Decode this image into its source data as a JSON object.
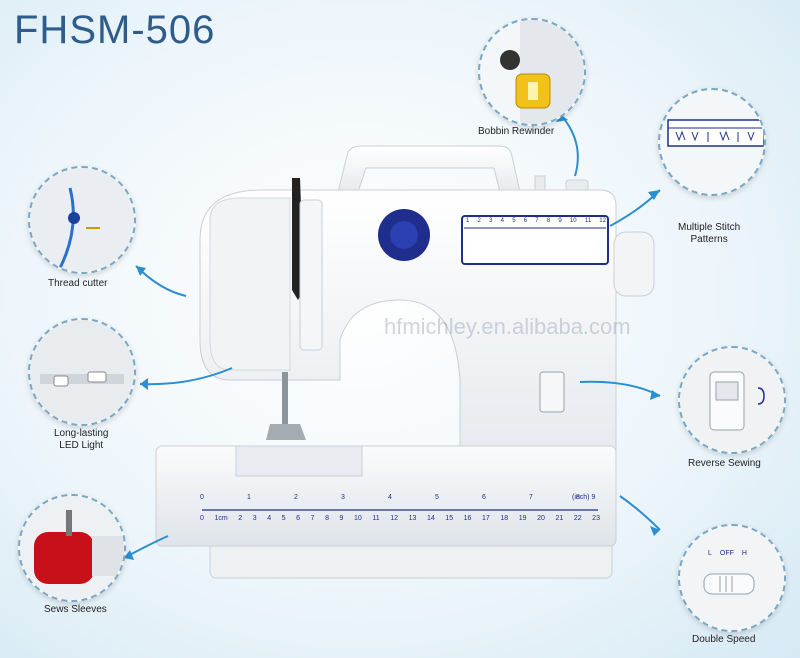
{
  "title": "FHSM-506",
  "watermark": "hfmichley.en.alibaba.com",
  "features": {
    "bobbin_rewinder": "Bobbin Rewinder",
    "thread_cutter": "Thread cutter",
    "multiple_stitch_line1": "Multiple Stitch",
    "multiple_stitch_line2": "Patterns",
    "led_line1": "Long-lasting",
    "led_line2": "LED Light",
    "reverse_sewing": "Reverse Sewing",
    "sews_sleeves": "Sews Sleeves",
    "double_speed": "Double Speed"
  },
  "stitch_panel_numbers": [
    "1",
    "2",
    "3",
    "4",
    "5",
    "6",
    "7",
    "8",
    "9",
    "10",
    "11",
    "12"
  ],
  "ruler": {
    "inch_marks": [
      "0",
      "1",
      "2",
      "3",
      "4",
      "5",
      "6",
      "7",
      "8",
      "9"
    ],
    "inch_unit": "(inch)",
    "cm_marks": [
      "0",
      "1cm",
      "2",
      "3",
      "4",
      "5",
      "6",
      "7",
      "8",
      "9",
      "10",
      "11",
      "12",
      "13",
      "14",
      "15",
      "16",
      "17",
      "18",
      "19",
      "20",
      "21",
      "22",
      "23"
    ]
  },
  "speed_switch": {
    "low": "L",
    "off": "OFF",
    "high": "H"
  },
  "colors": {
    "accent_blue": "#1f2e8c",
    "arrow_blue": "#2a8fd0",
    "red_fabric": "#c8101a",
    "bobbin_yellow": "#f2c21a"
  }
}
